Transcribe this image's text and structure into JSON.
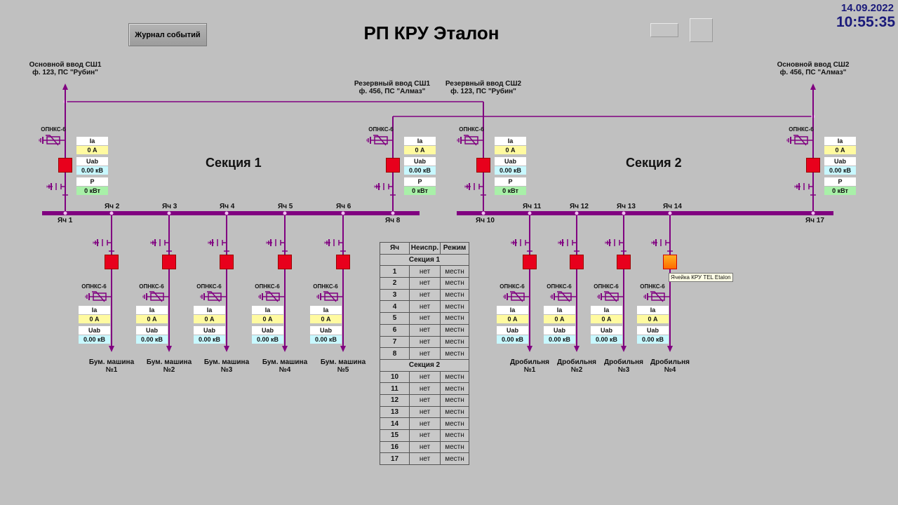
{
  "header": {
    "journal_button": "Журнал событий",
    "title": "РП КРУ Эталон",
    "date": "14.09.2022",
    "time": "10:55:35"
  },
  "colors": {
    "bus": "#800080",
    "breaker": "#e8001c",
    "background": "#c0c0c0"
  },
  "sources": {
    "main1": [
      "Основной ввод СШ1",
      "ф. 123, ПС \"Рубин\""
    ],
    "main2": [
      "Основной ввод СШ2",
      "ф. 456, ПС \"Алмаз\""
    ],
    "reserve1": [
      "Резервный ввод СШ1",
      "ф. 456, ПС \"Алмаз\""
    ],
    "reserve2": [
      "Резервный ввод СШ2",
      "ф. 123, ПС \"Рубин\""
    ]
  },
  "sections": [
    "Секция 1",
    "Секция 2"
  ],
  "arrester_label": "ОПНКС-6",
  "meas_labels": {
    "ia": "Ia",
    "uab": "Uab",
    "p": "P"
  },
  "inputs": [
    {
      "cell": "Яч 1",
      "ia": "0 А",
      "uab": "0.00 кВ",
      "p": "0 кВт"
    },
    {
      "cell": "Яч 8",
      "ia": "0 А",
      "uab": "0.00 кВ",
      "p": "0 кВт"
    },
    {
      "cell": "Яч 10",
      "ia": "0 А",
      "uab": "0.00 кВ",
      "p": "0 кВт"
    },
    {
      "cell": "Яч 17",
      "ia": "0 А",
      "uab": "0.00 кВ",
      "p": "0 кВт"
    }
  ],
  "feeders": [
    {
      "cell": "Яч 2",
      "ia": "0 А",
      "uab": "0.00 кВ",
      "load": [
        "Бум. машина",
        "№1"
      ]
    },
    {
      "cell": "Яч 3",
      "ia": "0 А",
      "uab": "0.00 кВ",
      "load": [
        "Бум. машина",
        "№2"
      ]
    },
    {
      "cell": "Яч 4",
      "ia": "0 А",
      "uab": "0.00 кВ",
      "load": [
        "Бум. машина",
        "№3"
      ]
    },
    {
      "cell": "Яч 5",
      "ia": "0 А",
      "uab": "0.00 кВ",
      "load": [
        "Бум. машина",
        "№4"
      ]
    },
    {
      "cell": "Яч 6",
      "ia": "0 А",
      "uab": "0.00 кВ",
      "load": [
        "Бум. машина",
        "№5"
      ]
    },
    {
      "cell": "Яч 11",
      "ia": "0 А",
      "uab": "0.00 кВ",
      "load": [
        "Дробильня",
        "№1"
      ]
    },
    {
      "cell": "Яч 12",
      "ia": "0 А",
      "uab": "0.00 кВ",
      "load": [
        "Дробильня",
        "№2"
      ]
    },
    {
      "cell": "Яч 13",
      "ia": "0 А",
      "uab": "0.00 кВ",
      "load": [
        "Дробильня",
        "№3"
      ]
    },
    {
      "cell": "Яч 14",
      "ia": "0 А",
      "uab": "0.00 кВ",
      "load": [
        "Дробильня",
        "№4"
      ]
    }
  ],
  "tooltip": "Ячейка КРУ TEL Etalon",
  "status_table": {
    "headers": [
      "Яч",
      "Неиспр.",
      "Режим"
    ],
    "groups": [
      {
        "title": "Секция 1",
        "rows": [
          [
            "1",
            "нет",
            "местн"
          ],
          [
            "2",
            "нет",
            "местн"
          ],
          [
            "3",
            "нет",
            "местн"
          ],
          [
            "4",
            "нет",
            "местн"
          ],
          [
            "5",
            "нет",
            "местн"
          ],
          [
            "6",
            "нет",
            "местн"
          ],
          [
            "7",
            "нет",
            "местн"
          ],
          [
            "8",
            "нет",
            "местн"
          ]
        ]
      },
      {
        "title": "Секция 2",
        "rows": [
          [
            "10",
            "нет",
            "местн"
          ],
          [
            "11",
            "нет",
            "местн"
          ],
          [
            "12",
            "нет",
            "местн"
          ],
          [
            "13",
            "нет",
            "местн"
          ],
          [
            "14",
            "нет",
            "местн"
          ],
          [
            "15",
            "нет",
            "местн"
          ],
          [
            "16",
            "нет",
            "местн"
          ],
          [
            "17",
            "нет",
            "местн"
          ]
        ]
      }
    ]
  }
}
